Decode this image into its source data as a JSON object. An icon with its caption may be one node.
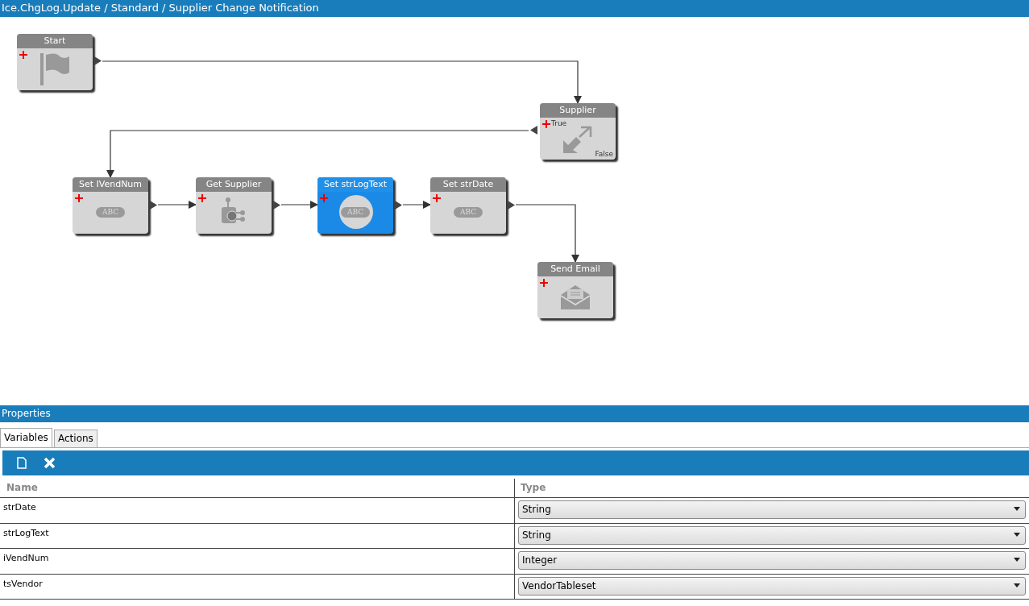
{
  "diagram": {
    "title": "Ice.ChgLog.Update / Standard / Supplier Change Notification",
    "nodes": [
      {
        "text": [
          "Start"
        ]
      },
      {
        "text": [
          "Supplier",
          "True",
          "False"
        ]
      },
      {
        "text": [
          "Set IVendNum",
          "ABC"
        ]
      },
      {
        "text": [
          "Get Supplier"
        ]
      },
      {
        "text": [
          "Set strLogText",
          "ABC"
        ]
      },
      {
        "text": [
          "Set strDate",
          "ABC"
        ]
      },
      {
        "text": [
          "Send Email"
        ]
      }
    ],
    "edges": [
      {
        "from": 0,
        "to": 1,
        "arrow": "to"
      },
      {
        "from": 1,
        "to": 2,
        "arrow": "to"
      },
      {
        "from": 2,
        "to": 3,
        "arrow": "to"
      },
      {
        "from": 3,
        "to": 4,
        "arrow": "to"
      },
      {
        "from": 4,
        "to": 5,
        "arrow": "to"
      },
      {
        "from": 5,
        "to": 6,
        "arrow": "to"
      }
    ],
    "labels": [
      "Properties",
      "Variables",
      "Actions",
      "Name",
      "Type",
      "strDate",
      "String",
      "strLogText",
      "String",
      "iVendNum",
      "Integer",
      "tsVendor",
      "VendorTableset"
    ]
  }
}
